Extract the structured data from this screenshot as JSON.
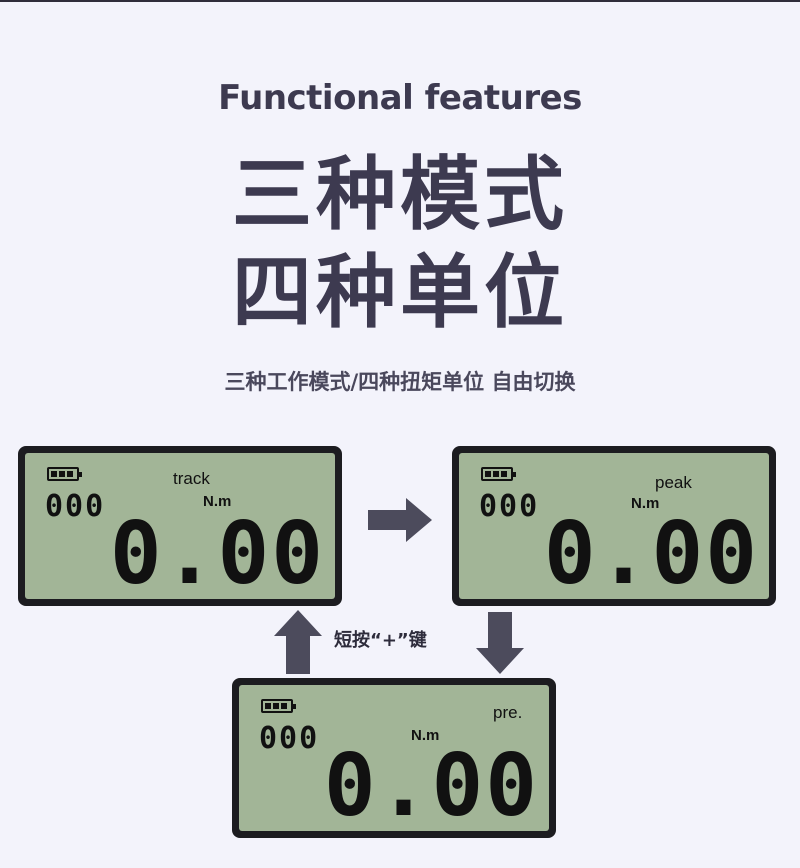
{
  "heading_en": "Functional features",
  "heading_cn_line1": "三种模式",
  "heading_cn_line2": "四种单位",
  "subtitle": "三种工作模式/四种扭矩单位 自由切换",
  "caption": "短按“+”键",
  "colors": {
    "background": "#f3f3fb",
    "lcd_screen": "#a2b597",
    "lcd_frame": "#1c1c20",
    "arrow": "#4c4b5c",
    "text": "#3d3a50"
  },
  "displays": {
    "track": {
      "mode": "track",
      "counter": "000",
      "unit": "N.m",
      "reading": "0.00"
    },
    "peak": {
      "mode": "peak",
      "counter": "000",
      "unit": "N.m",
      "reading": "0.00"
    },
    "pre": {
      "mode": "pre.",
      "counter": "000",
      "unit": "N.m",
      "reading": "0.00"
    }
  },
  "icons": [
    "battery-icon",
    "arrow-right-icon",
    "arrow-down-icon",
    "arrow-up-icon"
  ]
}
